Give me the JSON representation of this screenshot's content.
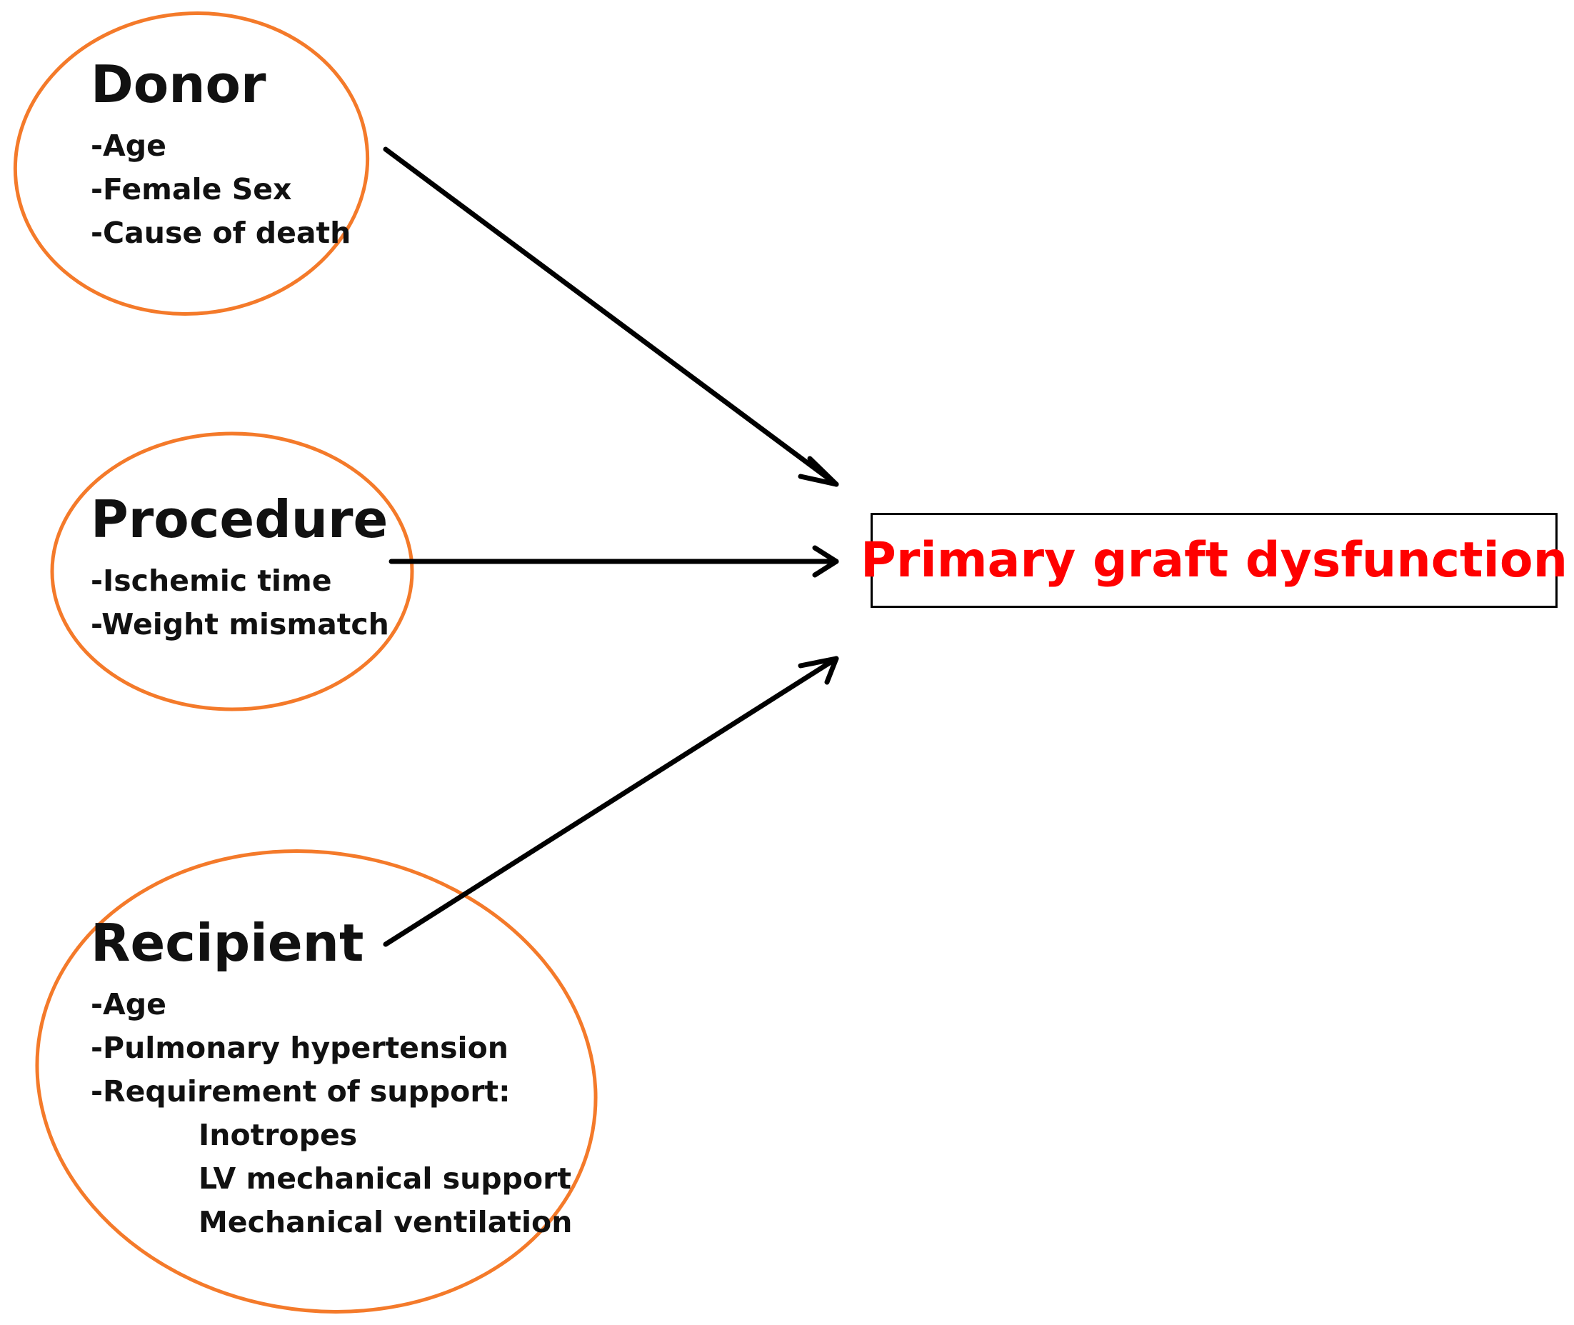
{
  "colors": {
    "ellipse_stroke": "#F47A2A",
    "arrow": "#000000",
    "outcome_text": "#FF0000",
    "outcome_border": "#000000"
  },
  "groups": [
    {
      "title": "Donor",
      "items": [
        "-Age",
        "-Female Sex",
        "-Cause of death"
      ],
      "subitems": []
    },
    {
      "title": "Procedure",
      "items": [
        "-Ischemic time",
        "-Weight mismatch"
      ],
      "subitems": []
    },
    {
      "title": "Recipient",
      "items": [
        "-Age",
        "-Pulmonary hypertension",
        "-Requirement of support:"
      ],
      "subitems": [
        "Inotropes",
        "LV mechanical support",
        "Mechanical ventilation"
      ]
    }
  ],
  "outcome": {
    "label": "Primary graft dysfunction"
  }
}
